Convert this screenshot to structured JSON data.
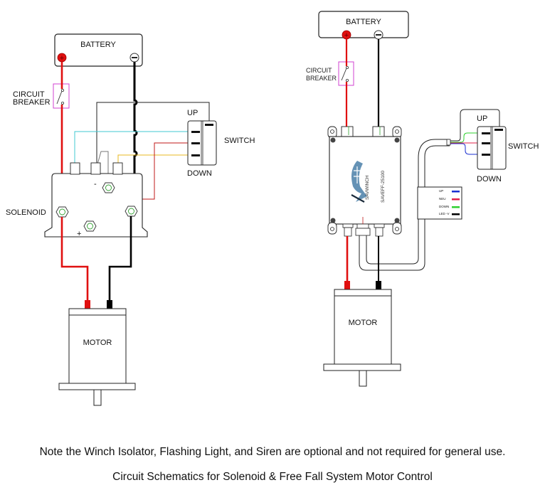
{
  "left_diagram": {
    "battery_label": "BATTERY",
    "battery_pos_symbol": "+",
    "battery_neg_symbol": "−",
    "breaker_label_line1": "CIRCUIT",
    "breaker_label_line2": "BREAKER",
    "switch_label": "SWITCH",
    "switch_up_label": "UP",
    "switch_down_label": "DOWN",
    "solenoid_label": "SOLENOID",
    "solenoid_minus": "-",
    "solenoid_plus": "+",
    "motor_label": "MOTOR"
  },
  "right_diagram": {
    "battery_label": "BATTERY",
    "battery_pos_symbol": "+",
    "battery_neg_symbol": "−",
    "breaker_label_line1": "CIRCUIT",
    "breaker_label_line2": "BREAKER",
    "controller_brand": "SAVWINCH",
    "controller_model": "SAVEFF-25100",
    "switch_label": "SWITCH",
    "switch_up_label": "UP",
    "switch_down_label": "DOWN",
    "legend": [
      {
        "label": "UP",
        "color": "#1a2fd0"
      },
      {
        "label": "NEU",
        "color": "#e0204a"
      },
      {
        "label": "DOWN",
        "color": "#2fd02f"
      },
      {
        "label": "LED -V",
        "color": "#000000"
      }
    ],
    "motor_label": "MOTOR"
  },
  "wire_colors": {
    "positive": "#e01010",
    "negative": "#000000",
    "up": "#40c8d0",
    "down": "#e8b820",
    "neutral": "#c01818",
    "breaker_box": "#d040d0"
  },
  "footer": {
    "note": "Note the Winch Isolator, Flashing Light, and Siren are optional and not required for general use.",
    "caption": "Circuit Schematics for Solenoid & Free Fall System Motor Control"
  }
}
